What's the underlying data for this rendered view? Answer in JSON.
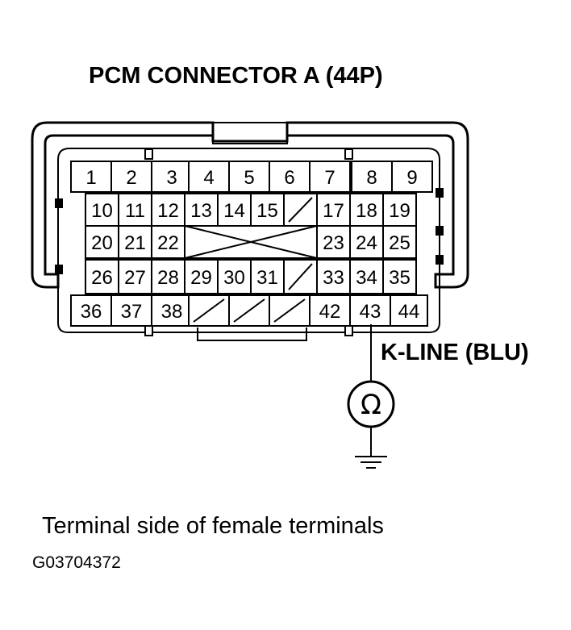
{
  "diagram": {
    "title": "PCM CONNECTOR A (44P)",
    "probe_label": "K-LINE (BLU)",
    "meter_symbol": "Ω",
    "caption": "Terminal side of female terminals",
    "figure_code": "G03704372"
  },
  "pins": {
    "row1": [
      "1",
      "2",
      "3",
      "4",
      "5",
      "6",
      "7",
      "8",
      "9"
    ],
    "row2": [
      "10",
      "11",
      "12",
      "13",
      "14",
      "15",
      "",
      "17",
      "18",
      "19"
    ],
    "row3": [
      "20",
      "21",
      "22",
      "23",
      "24",
      "25"
    ],
    "row4": [
      "26",
      "27",
      "28",
      "29",
      "30",
      "31",
      "",
      "33",
      "34",
      "35"
    ],
    "row5": [
      "36",
      "37",
      "38",
      "",
      "",
      "",
      "42",
      "43",
      "44"
    ]
  }
}
